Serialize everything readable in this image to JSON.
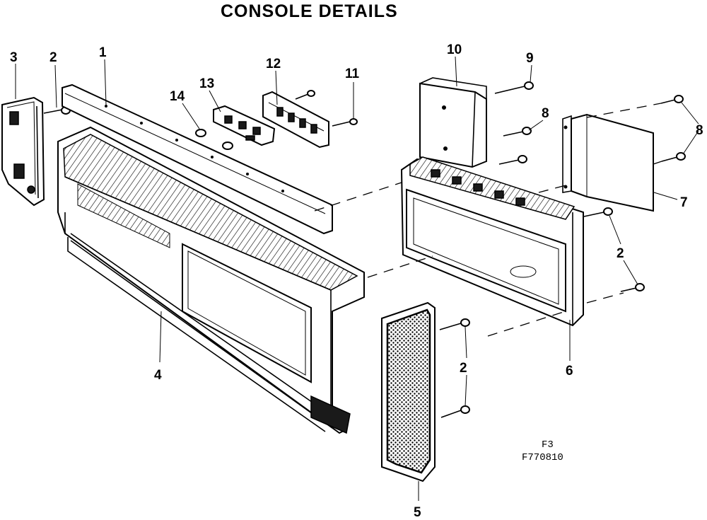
{
  "title": "CONSOLE DETAILS",
  "callouts": {
    "p1": "1",
    "p2a": "2",
    "p2b": "2",
    "p2c": "2",
    "p3": "3",
    "p4": "4",
    "p5": "5",
    "p6": "6",
    "p7": "7",
    "p8a": "8",
    "p8b": "8",
    "p9": "9",
    "p10": "10",
    "p11": "11",
    "p12": "12",
    "p13": "13",
    "p14": "14"
  },
  "figure_ref": "F3",
  "figure_code": "F770810"
}
